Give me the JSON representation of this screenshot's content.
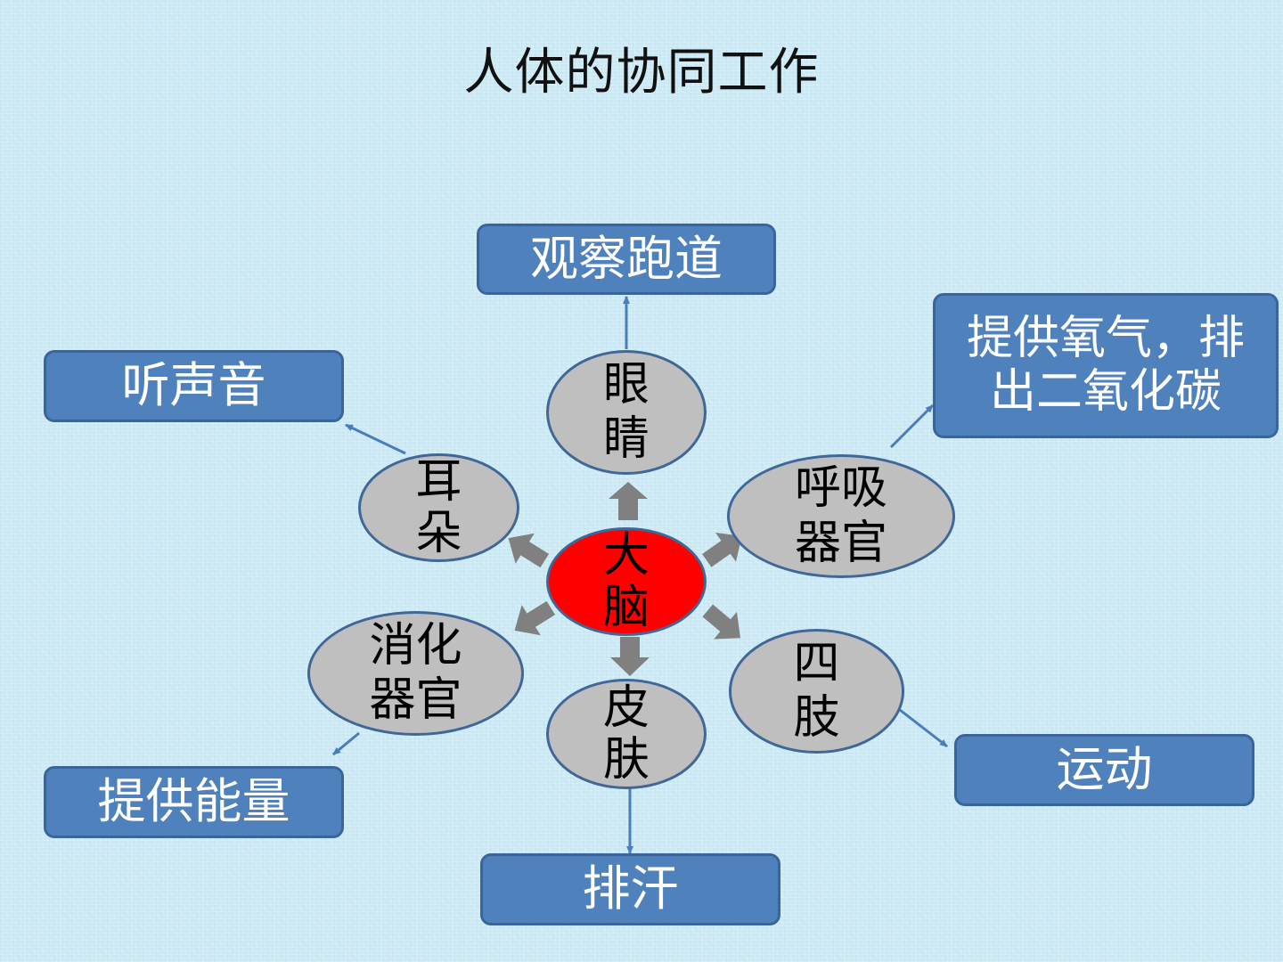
{
  "title": "人体的协同工作",
  "center": {
    "lines": [
      "大",
      "脑"
    ]
  },
  "organs": {
    "eye": {
      "lines": [
        "眼",
        "睛"
      ]
    },
    "ear": {
      "lines": [
        "耳",
        "朵"
      ]
    },
    "respiratory": {
      "lines": [
        "呼吸",
        "器官"
      ]
    },
    "digestive": {
      "lines": [
        "消化",
        "器官"
      ]
    },
    "skin": {
      "lines": [
        "皮",
        "肤"
      ]
    },
    "limbs": {
      "lines": [
        "四",
        "肢"
      ]
    }
  },
  "functions": {
    "observe": "观察跑道",
    "hear": "听声音",
    "oxygen": {
      "lines": [
        "提供氧气，排",
        "出二氧化碳"
      ]
    },
    "energy": "提供能量",
    "move": "运动",
    "sweat": "排汗"
  },
  "colors": {
    "box_fill": "#4f81bd",
    "node_fill": "#bfbfbf",
    "center_fill": "#ff0000",
    "thick_arrow": "#808080",
    "thin_arrow": "#4a7ebb"
  }
}
